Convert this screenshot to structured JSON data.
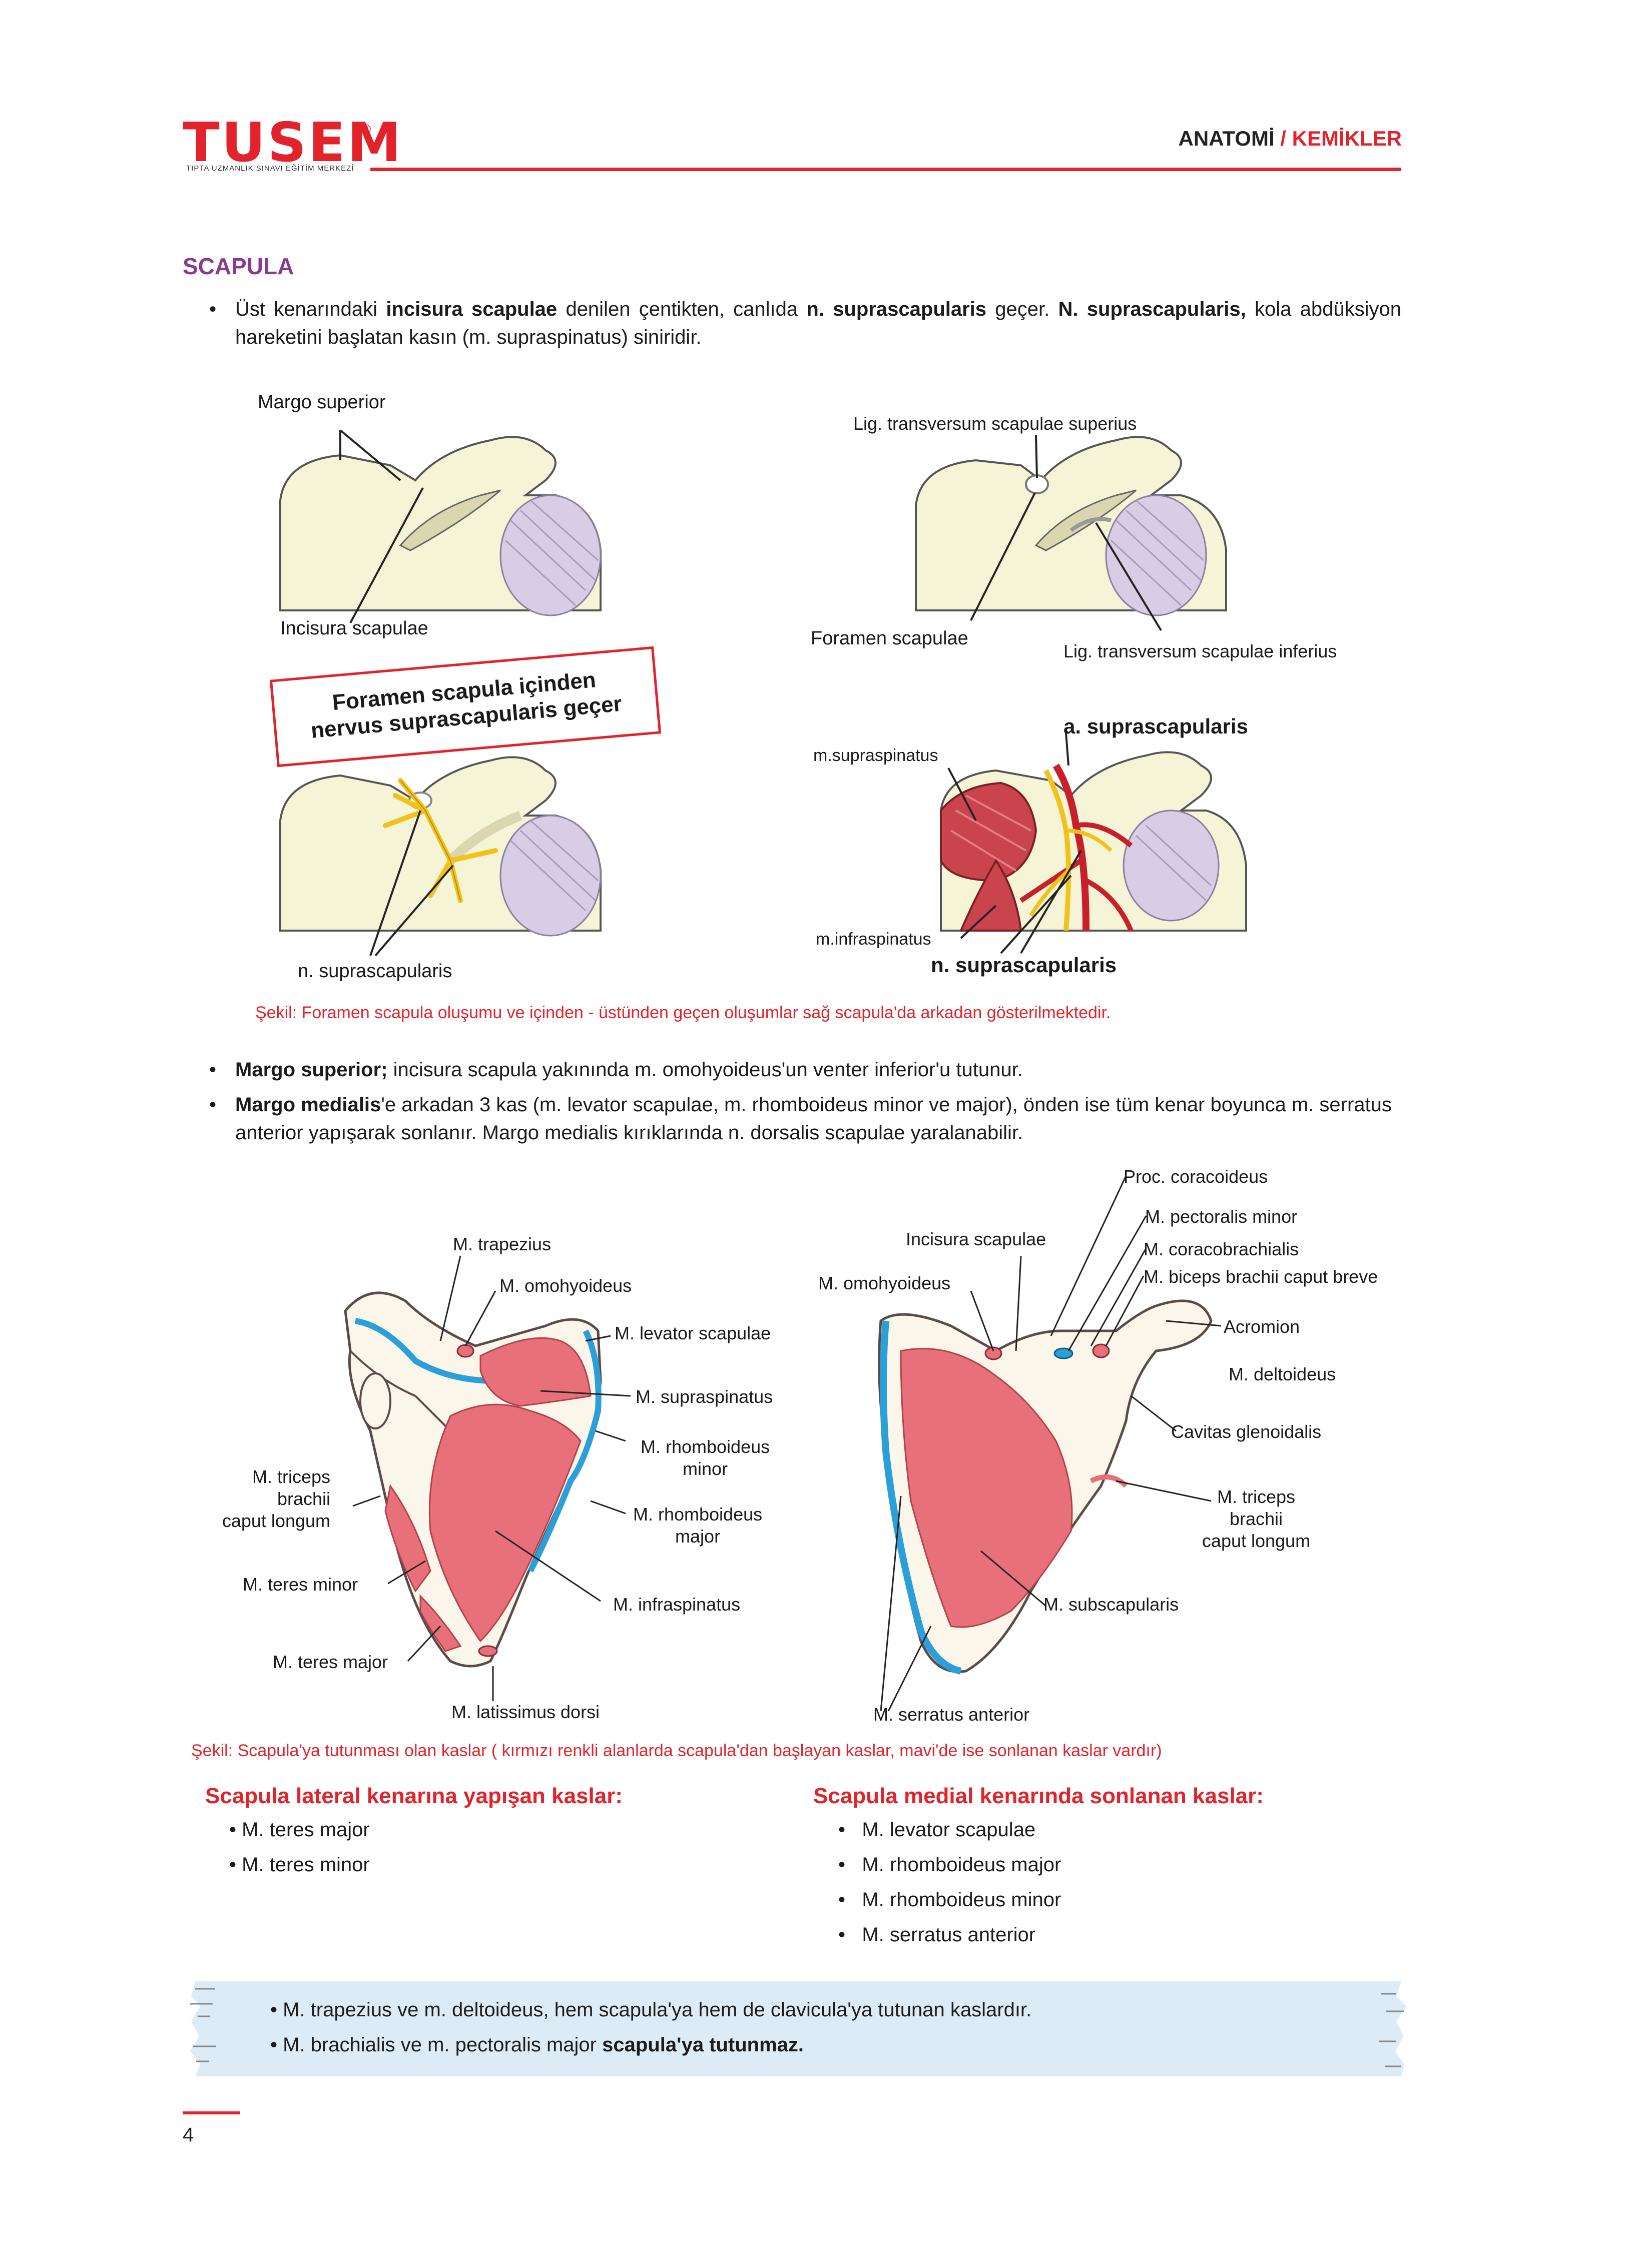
{
  "header": {
    "logo": "TUSEM",
    "logo_mark": "®",
    "logo_subtitle": "TIPTA UZMANLIK SINAVI EĞİTİM MERKEZİ",
    "section_main": "ANATOMİ",
    "section_sep": " / ",
    "section_sub": "KEMİKLER"
  },
  "title": "SCAPULA",
  "intro": {
    "t1": "Üst kenarındaki ",
    "t2": "incisura scapulae",
    "t3": " denilen çentikten, canlıda ",
    "t4": "n. suprascapularis",
    "t5": " geçer. ",
    "t6": "N. suprascapularis,",
    "t7": " kola abdüksiyon hareketini başlatan kasın (m. supraspinatus) siniridir."
  },
  "fig1": {
    "margo_superior": "Margo superior",
    "incisura_scapulae": "Incisura scapulae",
    "lig_superius": "Lig. transversum scapulae superius",
    "foramen_scapulae": "Foramen scapulae",
    "lig_inferius": "Lig. transversum scapulae inferius",
    "box_line1": "Foramen scapula içinden",
    "box_line2": "nervus suprascapularis geçer",
    "a_suprascapularis": "a. suprascapularis",
    "m_supraspinatus": "m.supraspinatus",
    "m_infraspinatus": "m.infraspinatus",
    "n_suprascapularis_left": "n. suprascapularis",
    "n_suprascapularis_right": "n. suprascapularis",
    "caption": "Şekil: Foramen scapula oluşumu ve içinden - üstünden geçen oluşumlar sağ scapula'da arkadan gösterilmektedir."
  },
  "bullets2": {
    "b1_bold": "Margo superior;",
    "b1_text": " incisura scapula yakınında m. omohyoideus'un venter inferior'u tutunur.",
    "b2_bold": "Margo medialis",
    "b2_text": "'e arkadan 3 kas (m. levator scapulae, m. rhomboideus minor ve major), önden ise tüm kenar boyunca m. serratus anterior yapışarak sonlanır. Margo medialis kırıklarında n. dorsalis scapulae yaralanabilir."
  },
  "fig2": {
    "left": {
      "trapezius": "M. trapezius",
      "omohyoideus": "M. omohyoideus",
      "levator": "M. levator scapulae",
      "supraspinatus": "M. supraspinatus",
      "rhomb_minor_1": "M. rhomboideus",
      "rhomb_minor_2": "minor",
      "rhomb_major_1": "M. rhomboideus",
      "rhomb_major_2": "major",
      "infraspinatus": "M. infraspinatus",
      "triceps_1": "M. triceps",
      "triceps_2": "brachii",
      "triceps_3": "caput longum",
      "teres_minor": "M. teres minor",
      "teres_major": "M. teres major",
      "latissimus": "M. latissimus dorsi"
    },
    "right": {
      "proc_coracoideus": "Proc. coracoideus",
      "pect_minor": "M. pectoralis minor",
      "incisura": "Incisura scapulae",
      "coracobrachialis": "M. coracobrachialis",
      "omohyoideus": "M. omohyoideus",
      "biceps": "M. biceps brachii caput breve",
      "acromion": "Acromion",
      "deltoideus": "M. deltoideus",
      "cavitas": "Cavitas glenoidalis",
      "triceps_1": "M. triceps",
      "triceps_2": "brachii",
      "triceps_3": "caput longum",
      "subscapularis": "M. subscapularis",
      "serratus": "M. serratus anterior"
    },
    "caption": "Şekil: Scapula'ya tutunması olan kaslar ( kırmızı renkli alanlarda scapula'dan başlayan kaslar, mavi'de ise sonlanan kaslar vardır)"
  },
  "lists": {
    "lateral_title": "Scapula lateral kenarına yapışan kaslar:",
    "lateral_items": [
      "M. teres major",
      "M. teres minor"
    ],
    "medial_title": "Scapula medial kenarında sonlanan kaslar:",
    "medial_items": [
      "M. levator scapulae",
      "M. rhomboideus major",
      "M. rhomboideus minor",
      "M. serratus anterior"
    ]
  },
  "note": {
    "n1": "M. trapezius ve m. deltoideus, hem scapula'ya hem de clavicula'ya tutunan kaslardır.",
    "n2a": "M. brachialis ve m. pectoralis major ",
    "n2b": "scapula'ya tutunmaz."
  },
  "page_number": "4",
  "colors": {
    "brand_red": "#e3232b",
    "title_purple": "#8a3a8f",
    "bone": "#f6f4d6",
    "muscle_red": "#e8707a",
    "insertion_blue": "#2a9fd8",
    "nerve_yellow": "#f2c21c",
    "artery_red": "#c8202a",
    "note_blue": "#dcebf6"
  }
}
